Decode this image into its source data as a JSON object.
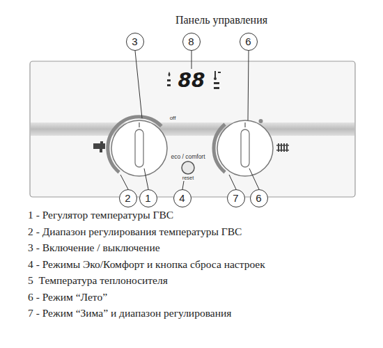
{
  "diagram": {
    "title": "Панель управления",
    "nodes": [
      {
        "text": [
          "off",
          "eco / comfort",
          "reset"
        ]
      },
      {
        "text": [
          "88"
        ],
        "in": 0
      },
      {
        "text": [
          "3"
        ]
      },
      {
        "text": [
          "8"
        ]
      },
      {
        "text": [
          "6"
        ]
      },
      {
        "text": [
          "2"
        ]
      },
      {
        "text": [
          "1"
        ]
      },
      {
        "text": [
          "4"
        ]
      },
      {
        "text": [
          "7"
        ]
      },
      {
        "text": [
          "6"
        ]
      }
    ],
    "edges": [
      {
        "from": 3,
        "to": 1,
        "arrow": "none"
      }
    ],
    "labels": [
      "1 - Регулятор температуры ГВС",
      "2 - Диапазон регулирования температуры ГВС",
      "3 - Включение / выключение",
      "4 - Режимы Эко/Комфорт и кнопка сброса настроек",
      "5  Температура теплоносителя",
      "6 - Режим “Лето”",
      "7 - Режим “Зима” и диапазон регулирования"
    ]
  }
}
